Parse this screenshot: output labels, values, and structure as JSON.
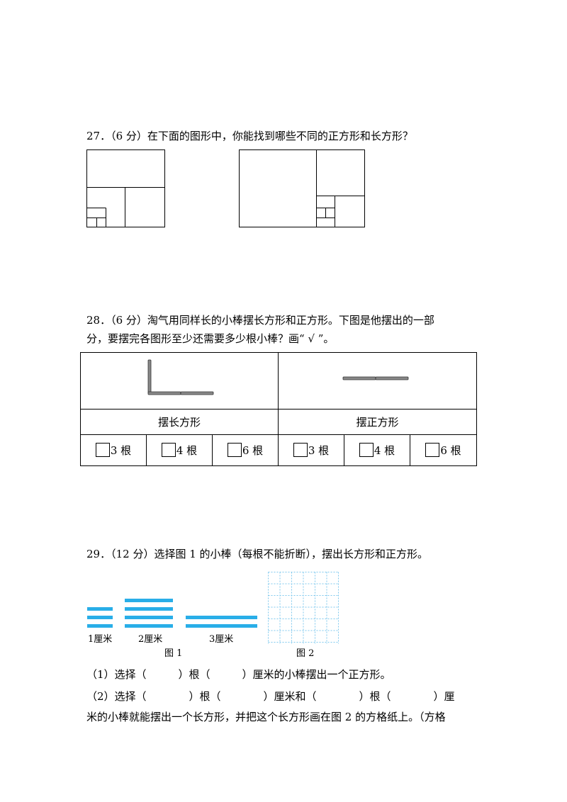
{
  "q27": {
    "number": "27．",
    "score": "（6 分）",
    "text": "在下面的图形中，你能找到哪些不同的正方形和长方形？"
  },
  "q28": {
    "number": "28．",
    "score": "（6 分）",
    "line1": "淘气用同样长的小棒摆长方形和正方形。下图是他摆出的一部",
    "line2": "分，要摆完各图形至少还需要多少根小棒？画“ √ ”。",
    "rect_label": "摆长方形",
    "square_label": "摆正方形",
    "options": [
      "3 根",
      "4 根",
      "6 根"
    ]
  },
  "q29": {
    "number": "29．",
    "score": "（12 分）",
    "text": "选择图 1 的小棒（每根不能折断），摆出长方形和正方形。",
    "stick_labels": [
      "1厘米",
      "2厘米",
      "3厘米"
    ],
    "fig1_caption": "图 1",
    "fig2_caption": "图 2",
    "sub1": "（1）选择（　　　）根（　　　）厘米的小棒摆出一个正方形。",
    "sub2_line1": "（2）选择（　　　　）根（　　　　）厘米和（　　　　）根（　　　　）厘",
    "sub2_line2": "米的小棒就能摆出一个长方形，并把这个长方形画在图 2 的方格纸上。（方格"
  },
  "colors": {
    "stick_blue": "#29aee8",
    "grid_blue": "#7fc8ee",
    "rod_gray": "#888888"
  }
}
